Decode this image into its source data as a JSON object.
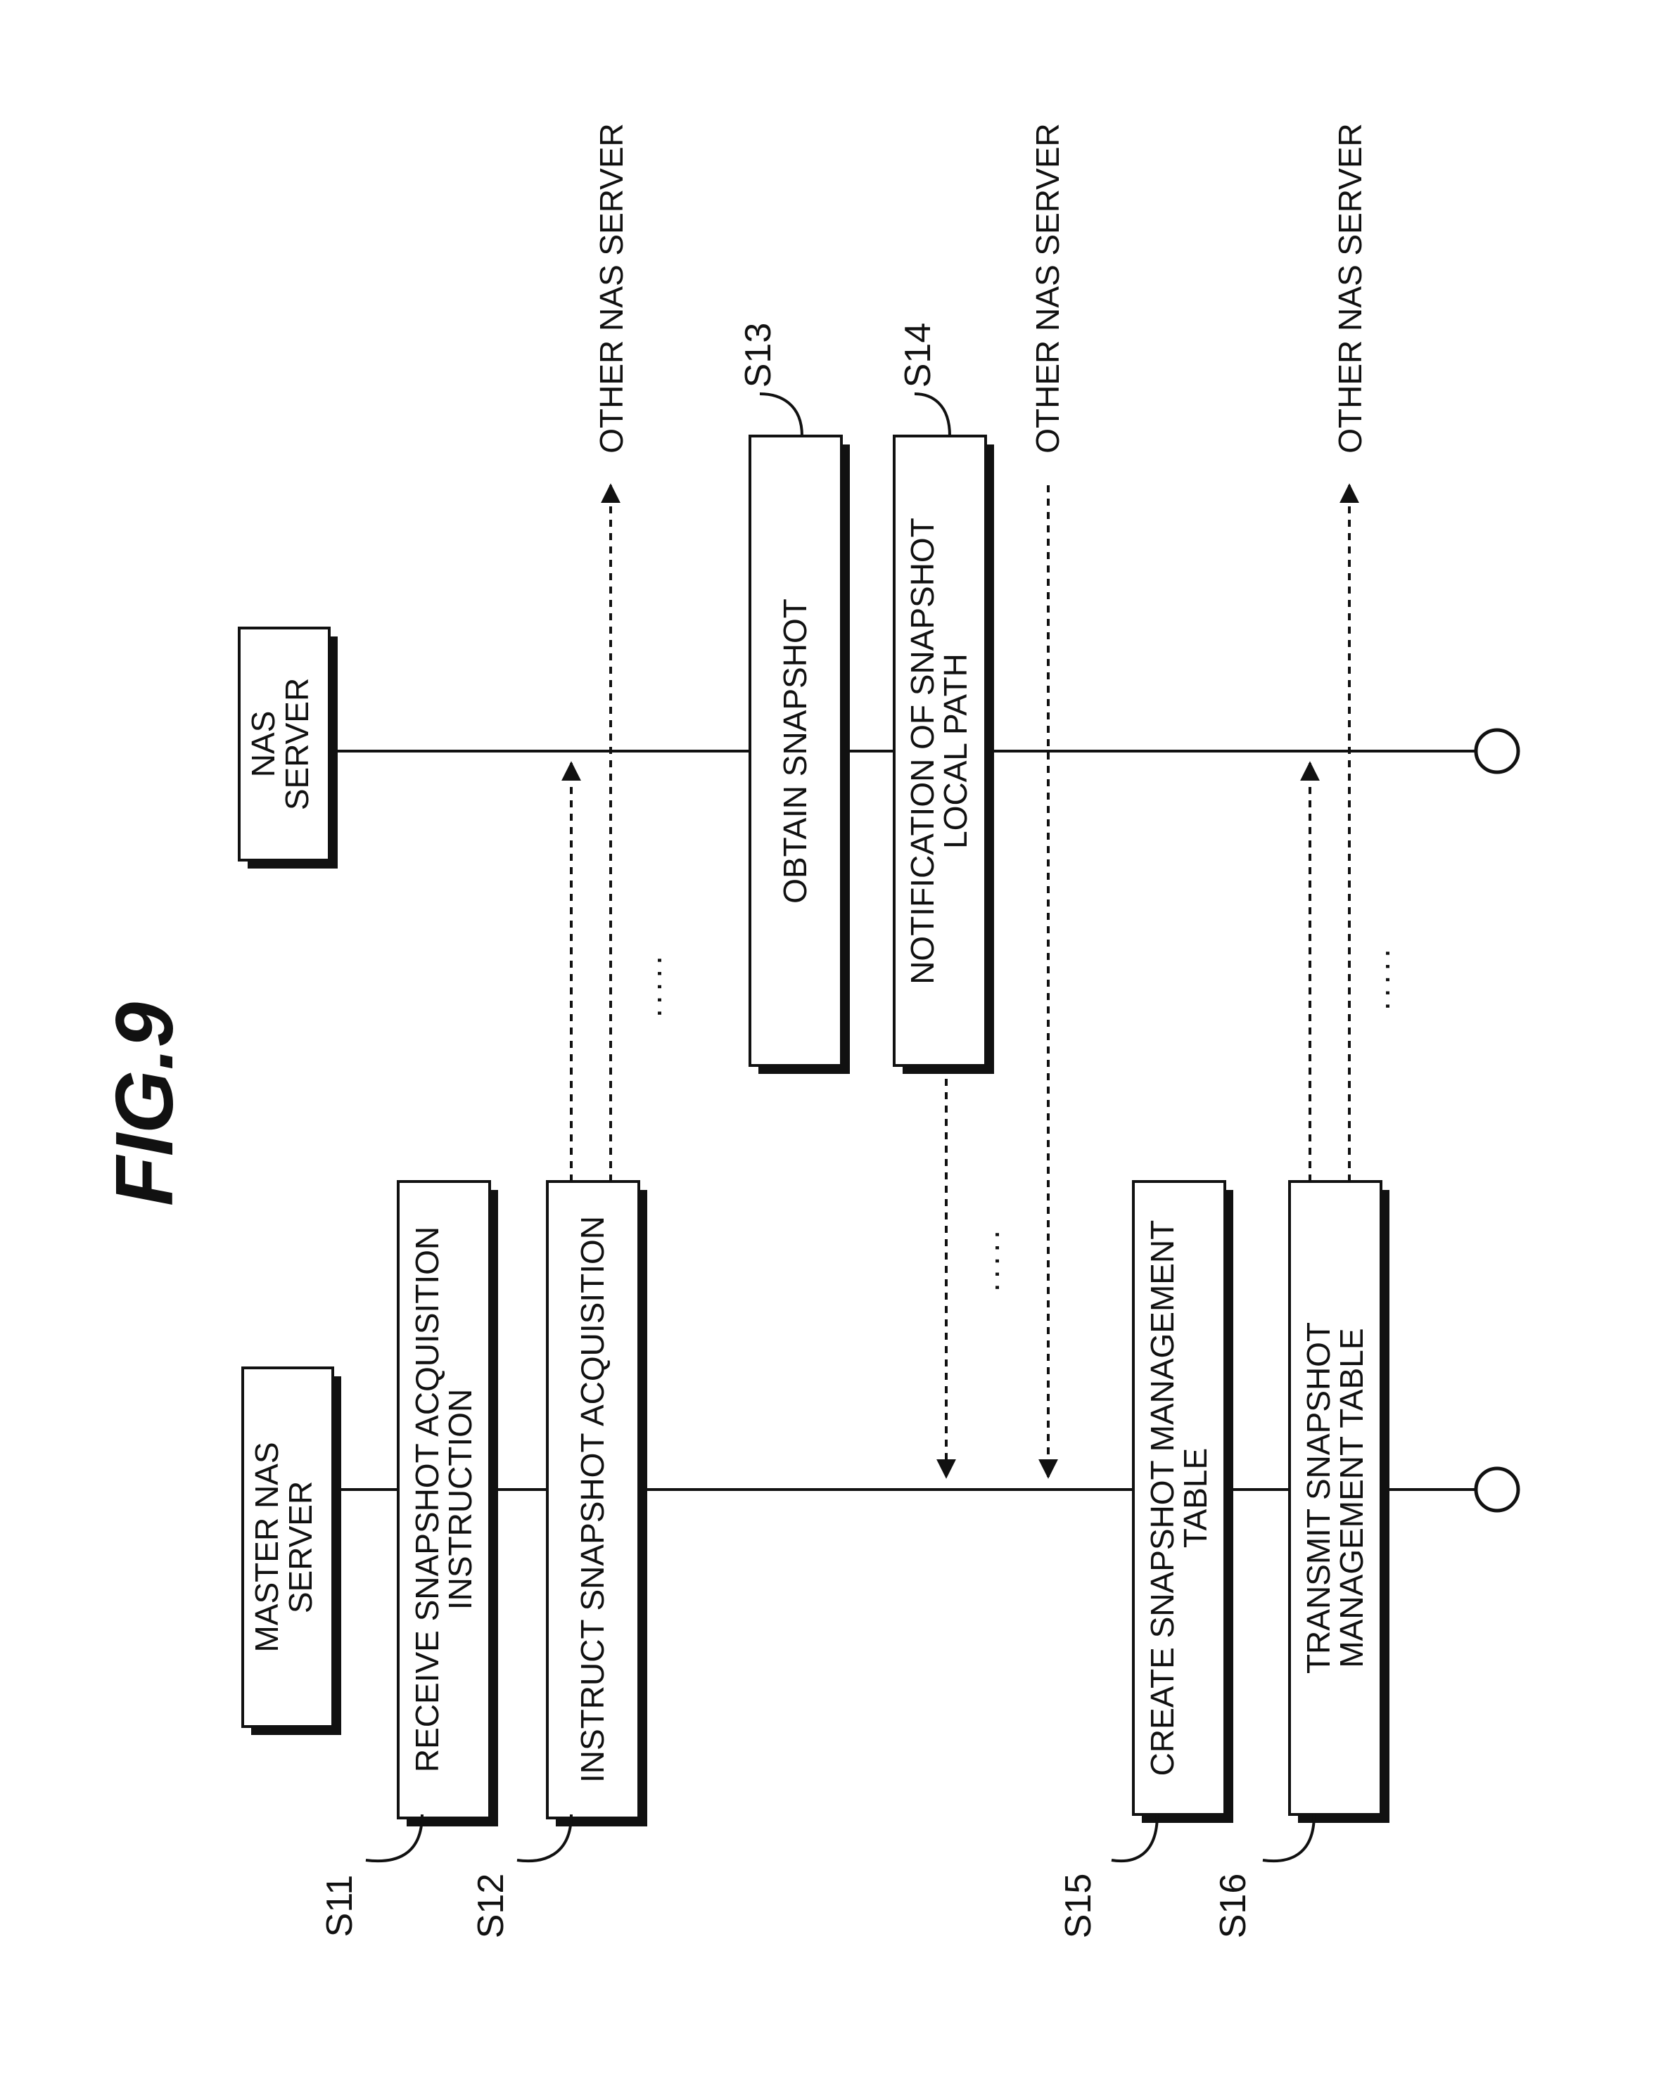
{
  "figure": {
    "title": "FIG.9"
  },
  "lifelines": {
    "master": {
      "header": [
        "MASTER NAS",
        "SERVER"
      ]
    },
    "nas": {
      "header": [
        "NAS",
        "SERVER"
      ]
    }
  },
  "steps": [
    {
      "id": "S11",
      "text": [
        "RECEIVE SNAPSHOT ACQUISITION",
        "INSTRUCTION"
      ]
    },
    {
      "id": "S12",
      "text": [
        "INSTRUCT SNAPSHOT ACQUISITION"
      ]
    },
    {
      "id": "S13",
      "text": [
        "OBTAIN SNAPSHOT"
      ]
    },
    {
      "id": "S14",
      "text": [
        "NOTIFICATION OF SNAPSHOT",
        "LOCAL PATH"
      ]
    },
    {
      "id": "S15",
      "text": [
        "CREATE SNAPSHOT MANAGEMENT",
        "TABLE"
      ]
    },
    {
      "id": "S16",
      "text": [
        "TRANSMIT SNAPSHOT",
        "MANAGEMENT TABLE"
      ]
    }
  ],
  "other_servers": [
    "OTHER NAS SERVER",
    "OTHER NAS SERVER",
    "OTHER NAS SERVER"
  ],
  "ellipsis": "....."
}
